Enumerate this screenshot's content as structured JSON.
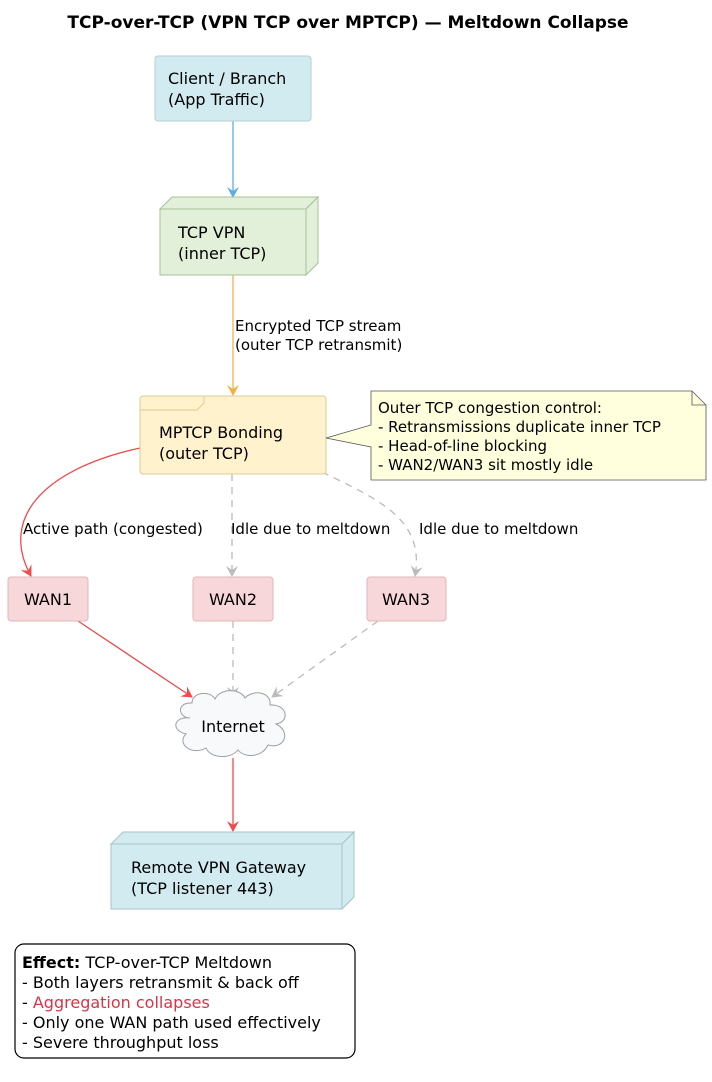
{
  "title": "TCP-over-TCP (VPN TCP over MPTCP) — Meltdown Collapse",
  "nodes": {
    "client": {
      "line1": "Client / Branch",
      "line2": "(App Traffic)"
    },
    "tcp_vpn": {
      "line1": "TCP VPN",
      "line2": "(inner TCP)"
    },
    "mptcp": {
      "line1": "MPTCP Bonding",
      "line2": "(outer TCP)"
    },
    "wan1": {
      "label": "WAN1"
    },
    "wan2": {
      "label": "WAN2"
    },
    "wan3": {
      "label": "WAN3"
    },
    "internet": {
      "label": "Internet"
    },
    "gateway": {
      "line1": "Remote VPN Gateway",
      "line2": "(TCP listener 443)"
    }
  },
  "edges": {
    "vpn_to_mptcp": {
      "line1": "Encrypted TCP stream",
      "line2": "(outer TCP retransmit)"
    },
    "mptcp_to_wan1": {
      "label": "Active path (congested)"
    },
    "mptcp_to_wan2": {
      "label": "Idle due to meltdown"
    },
    "mptcp_to_wan3": {
      "label": "Idle due to meltdown"
    }
  },
  "note": {
    "lines": [
      "Outer TCP congestion control:",
      "- Retransmissions duplicate inner TCP",
      "- Head-of-line blocking",
      "- WAN2/WAN3 sit mostly idle"
    ]
  },
  "effect": {
    "heading": "Effect:",
    "heading_rest": " TCP-over-TCP Meltdown",
    "line2": "- Both layers retransmit & back off",
    "line3_prefix": "- ",
    "line3_highlight": "Aggregation collapses",
    "line4": "- Only one WAN path used effectively",
    "line5": "- Severe throughput loss"
  },
  "colors": {
    "client_fill": "#D1EBF0",
    "vpn_fill": "#E2EFD9",
    "mptcp_fill": "#FFF2CC",
    "wan_fill": "#F8D7DA",
    "internet_fill": "#F7F9FA",
    "note_fill": "#FFFFDD",
    "active_edge": "#F04A4A",
    "idle_edge": "#BBBBBB",
    "client_edge": "#5DADE2",
    "vpn_edge": "#F5B041",
    "highlight_text": "#D63545"
  }
}
